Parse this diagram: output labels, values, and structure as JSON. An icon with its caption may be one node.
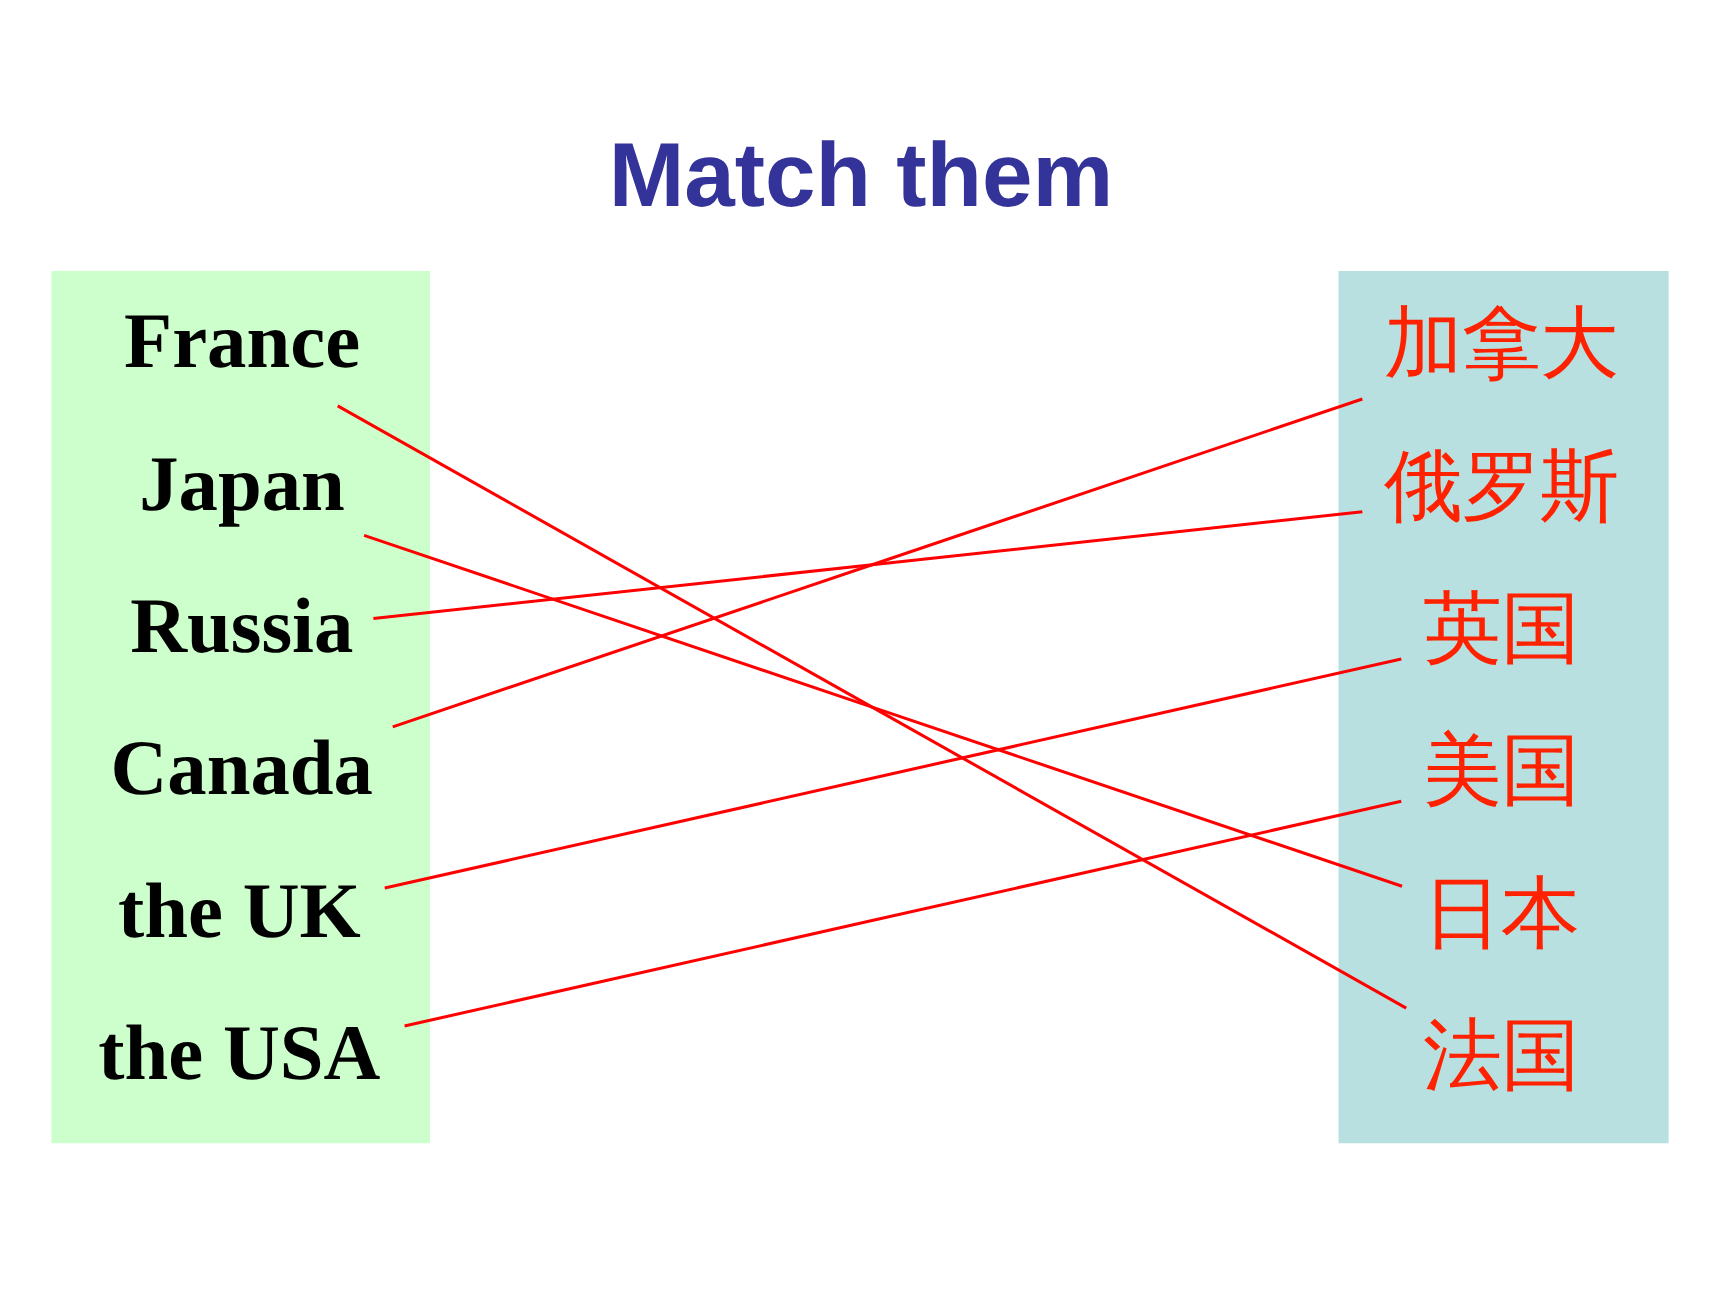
{
  "diagram": {
    "title": "Match them",
    "nodes": [
      {
        "text": [],
        "shape": "box"
      },
      {
        "text": [
          "France"
        ],
        "in": 0
      },
      {
        "text": [
          "Japan"
        ],
        "in": 0
      },
      {
        "text": [
          "Russia"
        ],
        "in": 0
      },
      {
        "text": [
          "Canada"
        ],
        "in": 0
      },
      {
        "text": [
          "the UK"
        ],
        "in": 0
      },
      {
        "text": [
          "the USA"
        ],
        "in": 0
      },
      {
        "text": [],
        "shape": "box"
      },
      {
        "text": [
          "加拿大"
        ],
        "in": 7
      },
      {
        "text": [
          "俄罗斯"
        ],
        "in": 7
      },
      {
        "text": [
          "英国"
        ],
        "in": 7
      },
      {
        "text": [
          "美国"
        ],
        "in": 7
      },
      {
        "text": [
          "日本"
        ],
        "in": 7
      },
      {
        "text": [
          "法国"
        ],
        "in": 7
      }
    ],
    "edges": [
      {
        "from": 1,
        "to": 13,
        "arrow": "none"
      },
      {
        "from": 2,
        "to": 12,
        "arrow": "none"
      },
      {
        "from": 3,
        "to": 9,
        "arrow": "none"
      },
      {
        "from": 4,
        "to": 8,
        "arrow": "none"
      },
      {
        "from": 5,
        "to": 10,
        "arrow": "none"
      },
      {
        "from": 6,
        "to": 11,
        "arrow": "none"
      }
    ]
  }
}
